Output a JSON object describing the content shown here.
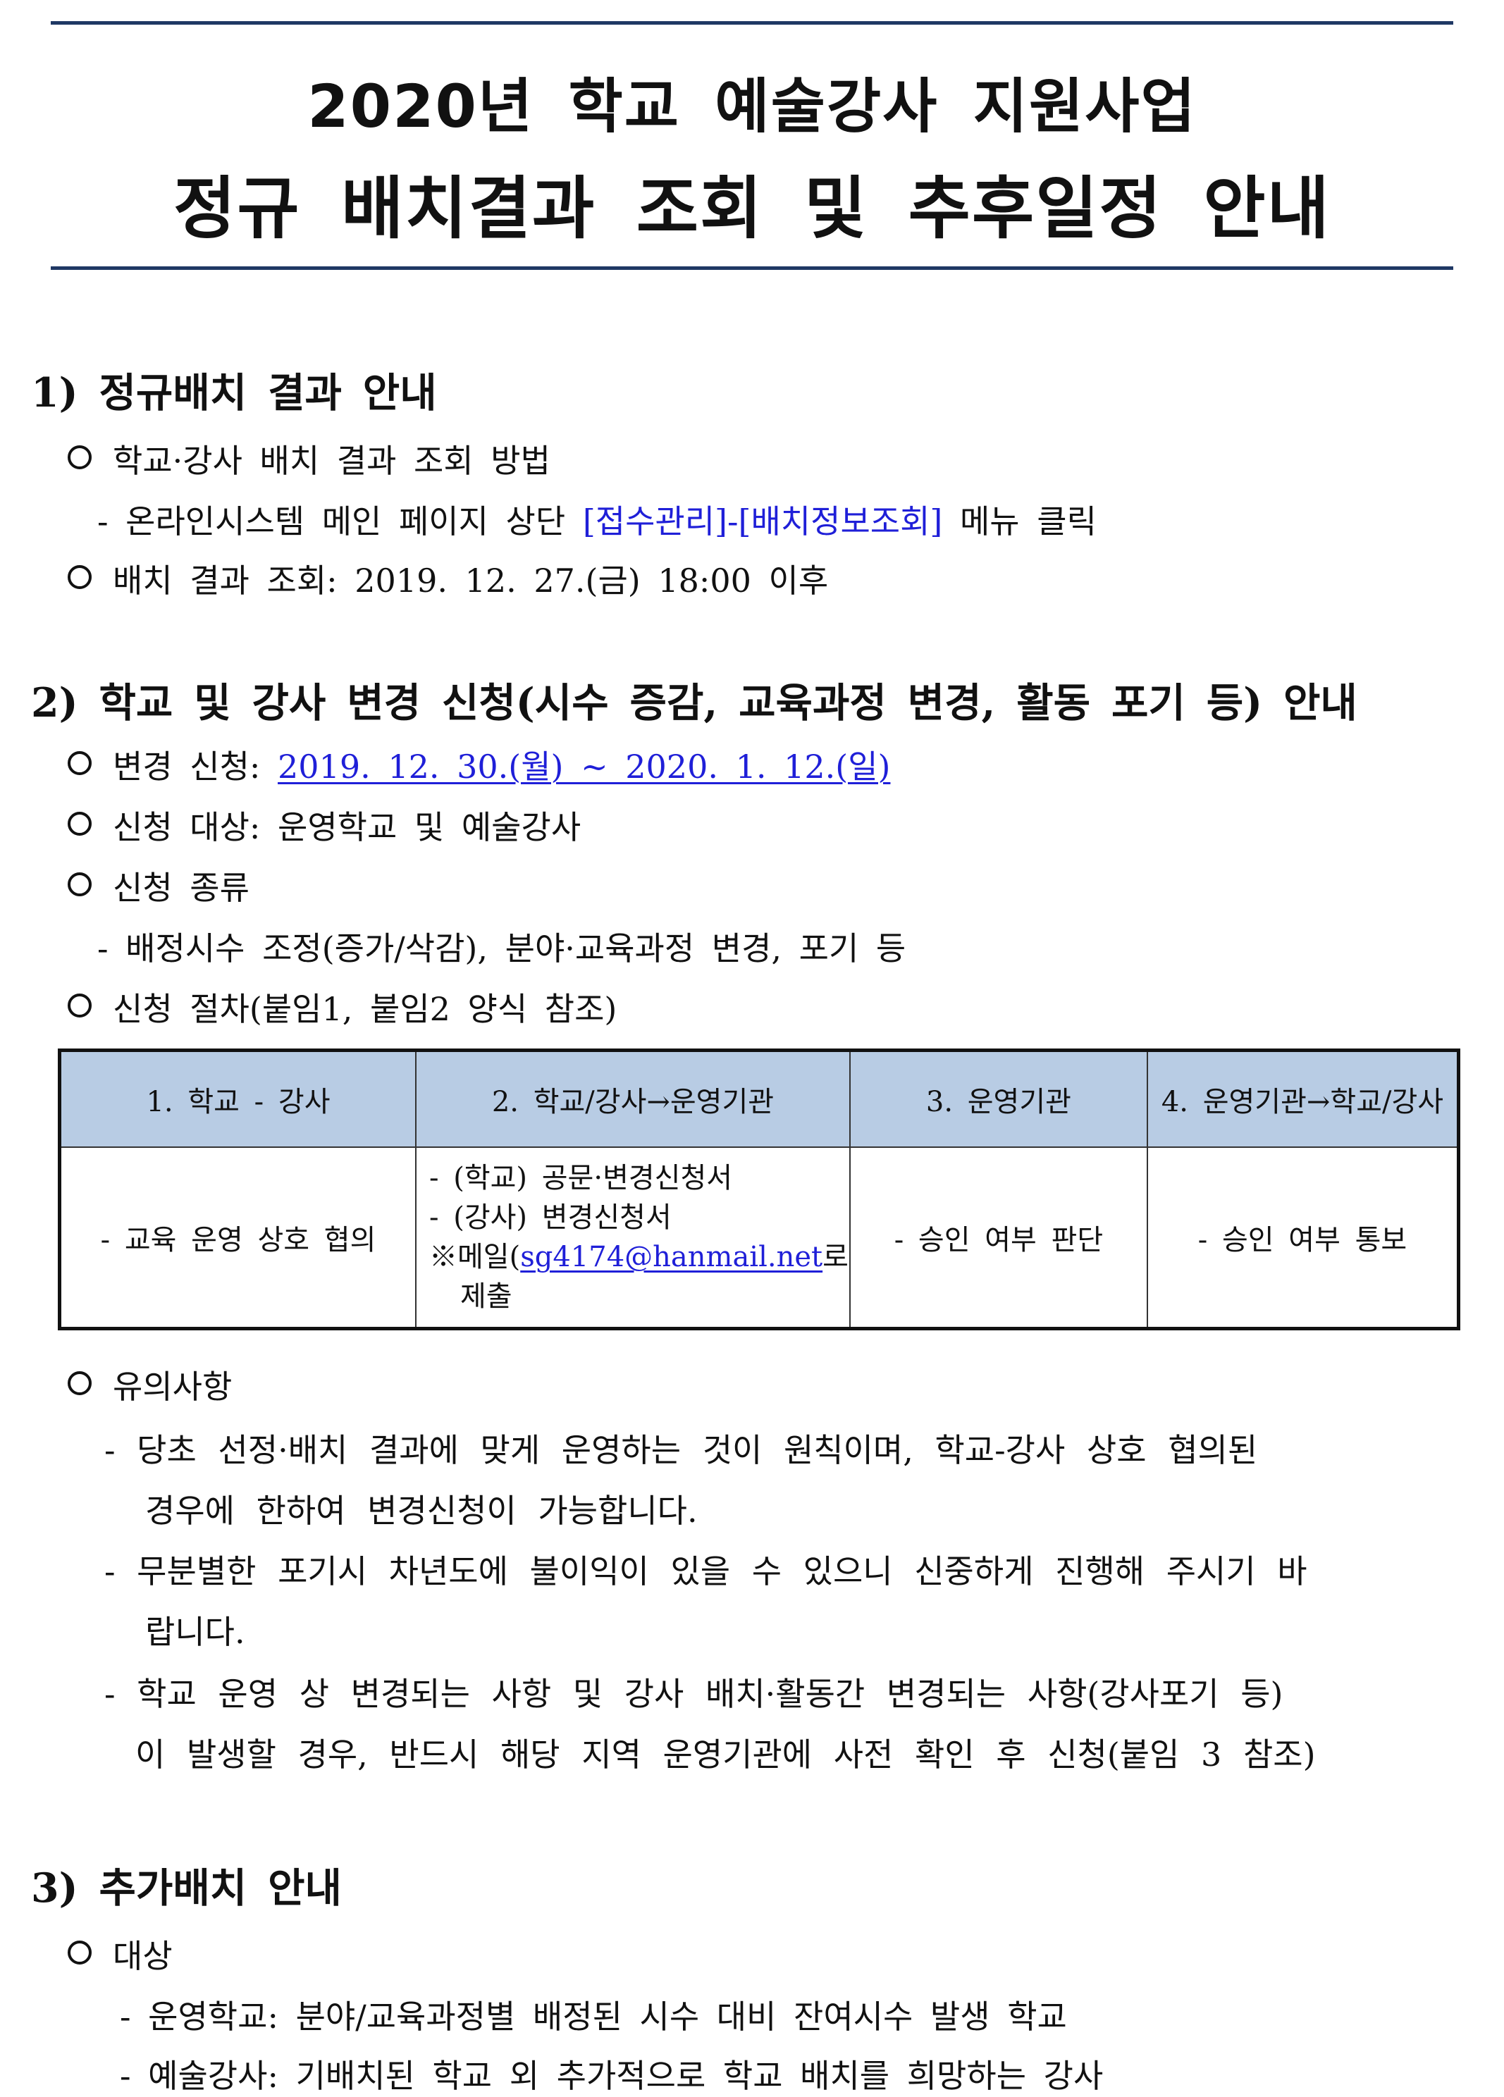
{
  "title": {
    "line1": "2020년 학교 예술강사 지원사업",
    "line2": "정규 배치결과 조회 및 추후일정 안내"
  },
  "section1": {
    "heading": "1)  정규배치 결과 안내",
    "item1": "학교·강사 배치 결과 조회 방법",
    "sub1_prefix": "- 온라인시스템 메인 페이지 상단 ",
    "sub1_link": "[접수관리]-[배치정보조회]",
    "sub1_suffix": " 메뉴 클릭",
    "item2": "배치 결과 조회: 2019. 12. 27.(금) 18:00 이후"
  },
  "section2": {
    "heading": "2)  학교 및 강사 변경 신청(시수 증감, 교육과정 변경, 활동 포기 등) 안내",
    "item1_label": "변경 신청: ",
    "item1_date": "2019. 12. 30.(월) ~ 2020. 1. 12.(일)",
    "item2": "신청 대상: 운영학교 및 예술강사",
    "item3": "신청 종류",
    "item3_sub": "- 배정시수 조정(증가/삭감), 분야·교육과정 변경, 포기 등",
    "item4": "신청 절차(붙임1, 붙임2 양식 참조)",
    "table": {
      "headers": [
        "1. 학교 - 강사",
        "2. 학교/강사→운영기관",
        "3. 운영기관",
        "4. 운영기관→학교/강사"
      ],
      "col1": "- 교육 운영 상호 협의",
      "col2": {
        "line1": "- (학교) 공문·변경신청서",
        "line2": "- (강사) 변경신청서",
        "line3_prefix": "※메일(",
        "line3_email": "sg4174@hanmail.net",
        "line3_suffix": "로",
        "line4": "제출"
      },
      "col3": "- 승인 여부 판단",
      "col4": "- 승인 여부 통보"
    },
    "item5": "유의사항",
    "notes": {
      "n1_a": "- 당초 선정·배치 결과에 맞게 운영하는 것이 원칙이며, 학교-강사 상호 협의된",
      "n1_b": "경우에 한하여 변경신청이 가능합니다.",
      "n2_a": "- 무분별한 포기시 차년도에 불이익이 있을 수 있으니 신중하게 진행해 주시기 바",
      "n2_b": "랍니다.",
      "n3_a": "- 학교 운영 상 변경되는 사항 및 강사 배치·활동간 변경되는 사항(강사포기 등)",
      "n3_b": "이 발생할 경우, 반드시 해당 지역 운영기관에 사전 확인 후 신청(붙임 3 참조)"
    }
  },
  "section3": {
    "heading": "3)  추가배치 안내",
    "item1": "대상",
    "sub1": "- 운영학교: 분야/교육과정별 배정된 시수 대비 잔여시수 발생 학교",
    "sub2": "- 예술강사: 기배치된 학교 외 추가적으로 학교 배치를 희망하는 강사"
  }
}
